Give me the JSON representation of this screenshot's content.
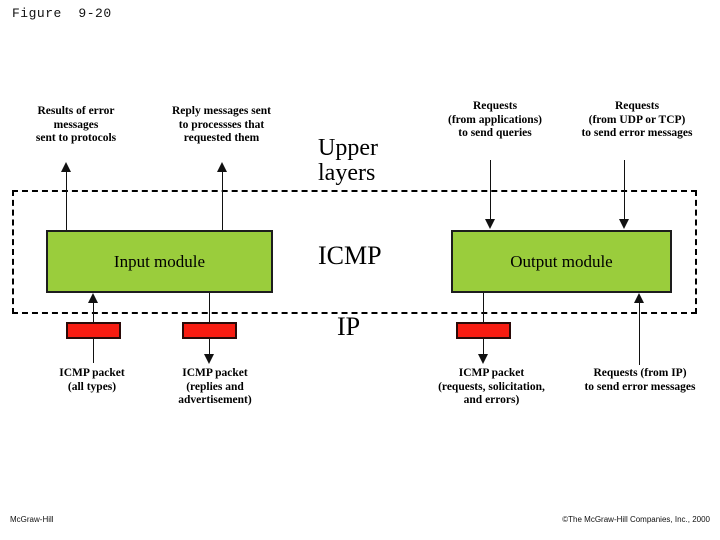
{
  "figure": {
    "title": "Figure  9-20"
  },
  "footer": {
    "left": "McGraw-Hill",
    "right": "©The McGraw-Hill Companies, Inc., 2000"
  },
  "diagram": {
    "region_label": "ICMP",
    "upper_layers_label": "Upper\nlayers",
    "ip_label": "IP",
    "modules": [
      {
        "id": "input",
        "label": "Input module"
      },
      {
        "id": "output",
        "label": "Output module"
      }
    ],
    "packets": [
      {
        "id": "packet-1"
      },
      {
        "id": "packet-2"
      },
      {
        "id": "packet-3"
      }
    ],
    "captions_top": [
      "Results of error\nmessages\nsent to protocols",
      "Reply messages sent\nto processses that\nrequested them",
      "Requests\n(from applications)\nto send queries",
      "Requests\n(from UDP or TCP)\nto send error messages"
    ],
    "captions_bottom": [
      "ICMP  packet\n(all types)",
      "ICMP  packet\n(replies and\nadvertisement)",
      "ICMP  packet\n(requests, solicitation,\nand errors)",
      "Requests (from IP)\nto send error messages"
    ],
    "colors": {
      "module_fill": "#9ACD3C",
      "module_border": "#1d1d1d",
      "packet_fill": "#F81C11",
      "packet_border": "#2a0a08",
      "line": "#111111",
      "background": "#ffffff"
    }
  }
}
